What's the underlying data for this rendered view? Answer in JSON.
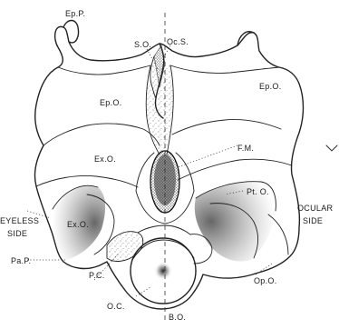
{
  "labels": {
    "ep_p": "Ep.P.",
    "s_o": "S.O.",
    "oc_s": "Oc.S.",
    "ep_o_left": "Ep.O.",
    "ep_o_right": "Ep.O.",
    "f_m": "F.M.",
    "ex_o_upper": "Ex.O.",
    "ex_o_lower": "Ex.O.",
    "pt_o": "Pt. O.",
    "eyeless_line1": "EYELESS",
    "eyeless_line2": "SIDE",
    "ocular_line1": "OCULAR",
    "ocular_line2": "SIDE",
    "pa_p": "Pa.P.",
    "p_c": "P.C.",
    "op_o": "Op.O.",
    "o_c": "O.C.",
    "b_o": "B.O."
  },
  "colors": {
    "ink": "#1a1a1a",
    "paper": "#ffffff"
  }
}
